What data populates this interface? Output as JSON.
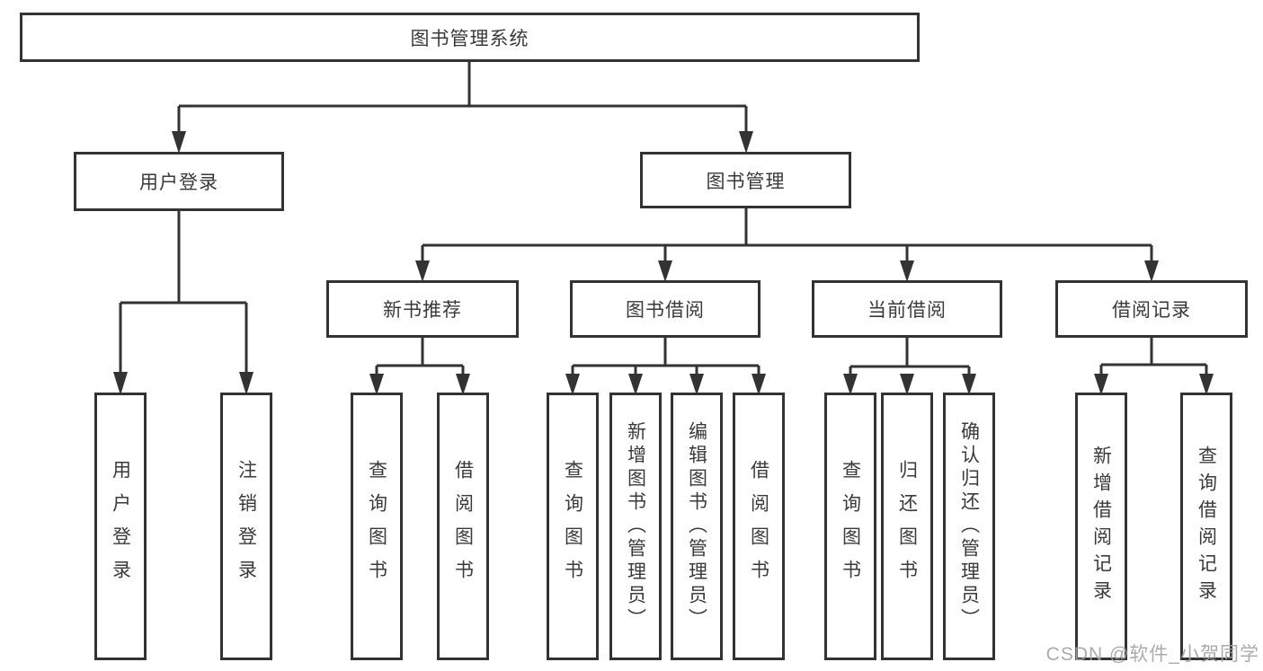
{
  "diagram": {
    "title": "图书管理系统",
    "level2": {
      "user_login": "用户登录",
      "book_mgmt": "图书管理"
    },
    "level3": [
      "新书推荐",
      "图书借阅",
      "当前借阅",
      "借阅记录"
    ],
    "leaves": {
      "user_login": [
        "用户登录",
        "注销登录"
      ],
      "new_books": [
        "查询图书",
        "借阅图书"
      ],
      "book_borrow": [
        "查询图书",
        "新增图书（管理员）",
        "编辑图书（管理员）",
        "借阅图书"
      ],
      "current_borrow": [
        "查询图书",
        "归还图书",
        "确认归还（管理员）"
      ],
      "borrow_records": [
        "新增借阅记录",
        "查询借阅记录"
      ]
    }
  },
  "watermark": "CSDN @软件_小贺同学",
  "colors": {
    "line": "#333333",
    "text": "#3a3a3a",
    "background": "#ffffff",
    "watermark": "#a3a3a3"
  }
}
